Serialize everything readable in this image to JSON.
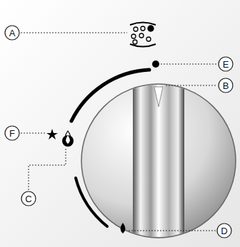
{
  "diagram": {
    "labels": [
      "A",
      "E",
      "B",
      "F",
      "C",
      "D"
    ]
  }
}
